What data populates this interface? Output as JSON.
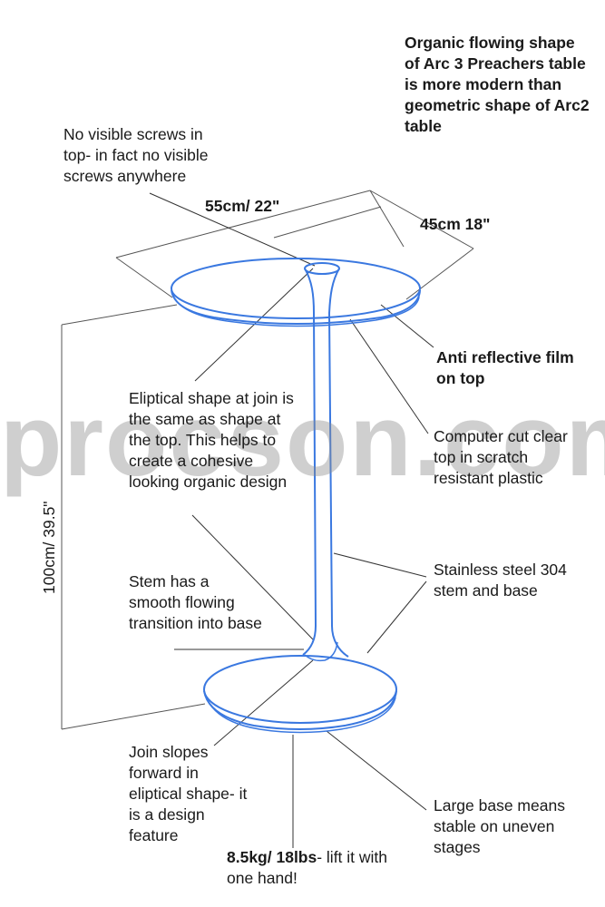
{
  "watermark": "procson.com",
  "dimensions": {
    "width": "55cm/ 22\"",
    "depth": "45cm 18\"",
    "height": "100cm/ 39.5\""
  },
  "annotations": {
    "organic": "Organic flowing shape of Arc 3 Preachers table is more modern than geometric shape of Arc2 table",
    "screws": "No visible screws in top- in fact no visible screws anywhere",
    "anti_reflective": "Anti reflective film on top",
    "eliptical": "Eliptical shape at join is the same as shape at the top. This helps to create a cohesive looking organic design",
    "computer_cut": "Computer cut clear top in scratch resistant plastic",
    "stem_transition": "Stem has a smooth flowing transition into base",
    "stainless": "Stainless steel 304 stem and base",
    "join_slopes": "Join slopes forward in eliptical shape- it is a design feature",
    "large_base": "Large base means stable on uneven stages",
    "weight_bold": "8.5kg/ 18lbs",
    "weight_rest": "- lift it with one hand!"
  },
  "colors": {
    "outline": "#3a78e0",
    "line": "#333333",
    "watermark": "#8c8c8c"
  }
}
